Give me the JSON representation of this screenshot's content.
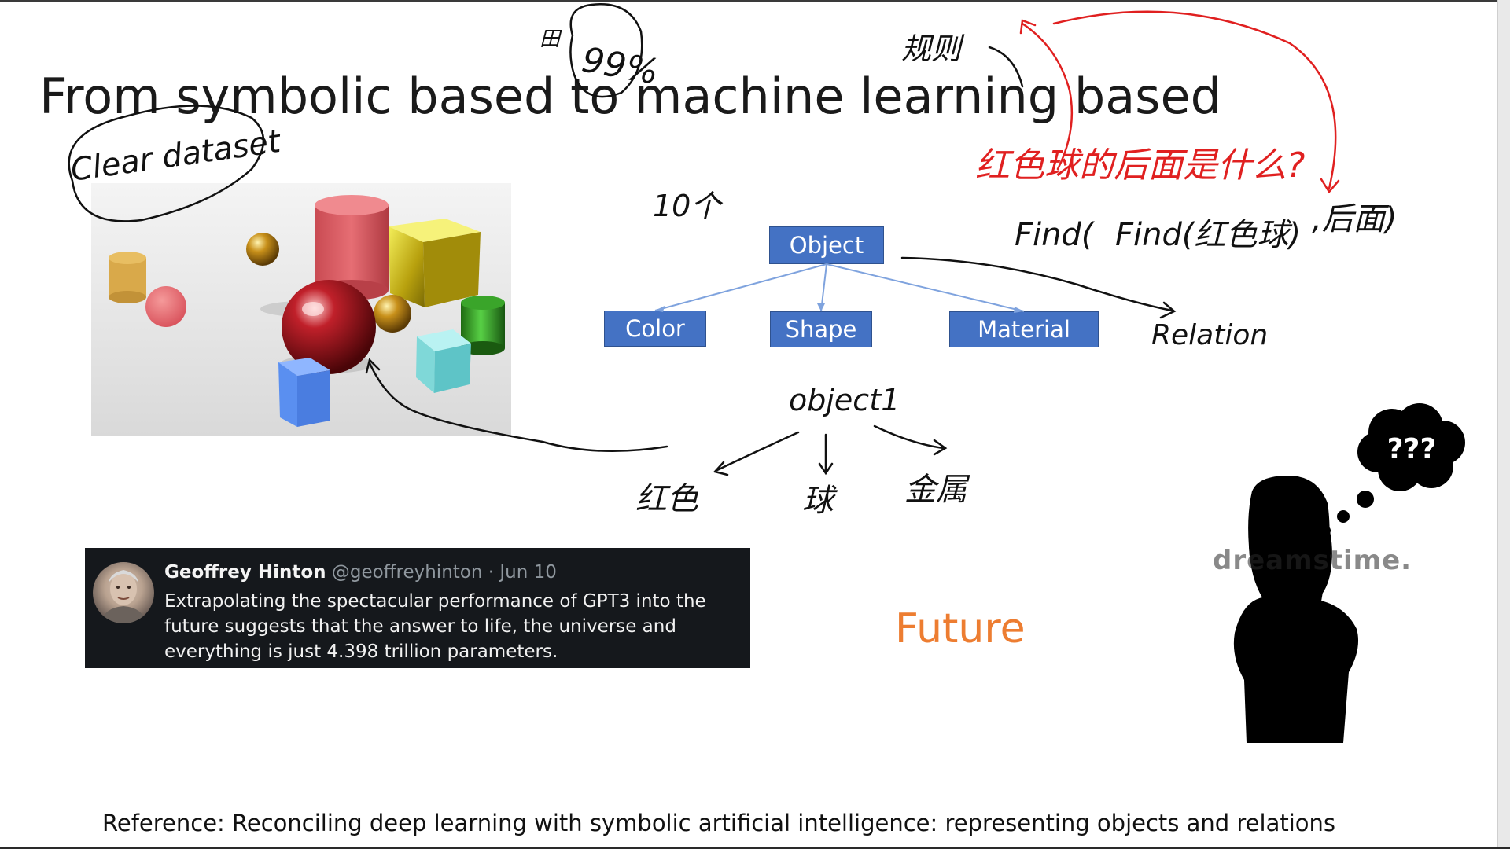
{
  "slide": {
    "title": "From symbolic based to machine learning based",
    "reference": "Reference: Reconciling deep learning with symbolic artificial intelligence: representing objects and relations",
    "future_label": "Future",
    "watermark": "dreamstime."
  },
  "tree": {
    "root": "Object",
    "children": [
      "Color",
      "Shape",
      "Material"
    ],
    "box_color": "#4472c4"
  },
  "tweet": {
    "author": "Geoffrey Hinton",
    "handle": "@geoffreyhinton",
    "separator": "·",
    "date": "Jun 10",
    "text": "Extrapolating the spectacular performance of GPT3 into the future suggests that the answer to life, the universe and everything is just 4.398 trillion parameters."
  },
  "thought_bubble": {
    "text": "???"
  },
  "annotations": {
    "clear_dataset": "Clear dataset",
    "percent": "99%",
    "rules": "规则",
    "question": "红色球的后面是什么?",
    "count": "10个",
    "find_expr_prefix": "Find(",
    "find_expr_inner": "Find(红色球)",
    "find_expr_suffix": ",后面)",
    "relation": "Relation",
    "object1": "object1",
    "attr_color": "红色",
    "attr_shape": "球",
    "attr_material": "金属"
  },
  "colors": {
    "future": "#ed7d31",
    "ink_black": "#111111",
    "ink_red": "#e02020",
    "tweet_bg": "#15181c"
  }
}
